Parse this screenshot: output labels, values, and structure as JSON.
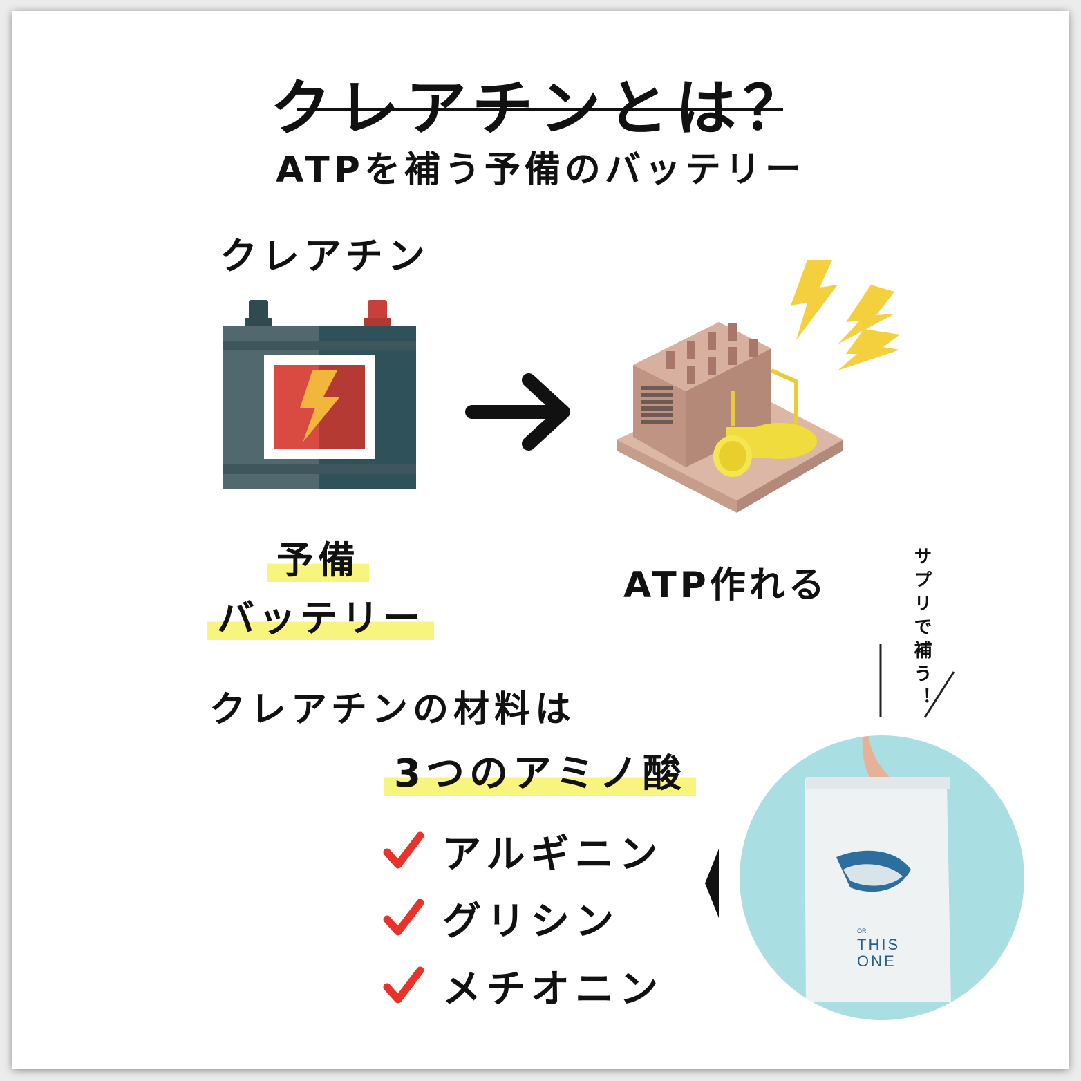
{
  "title": "クレアチンとは？",
  "subtitle": "ATPを補う予備のバッテリー",
  "creatine_label": "クレアチン",
  "reserve_label_line1": "予備",
  "reserve_label_line2": "バッテリー",
  "atp_label": "ATP作れる",
  "material_line": "クレアチンの材料は",
  "amino_line": "3つのアミノ酸",
  "amino_acids": [
    "アルギニン",
    "グリシン",
    "メチオニン"
  ],
  "supplement_callout": "サプリで補う！",
  "product": {
    "brand_small": "OR",
    "name_line1": "THIS",
    "name_line2": "ONE"
  },
  "colors": {
    "highlight": "#f8f57e",
    "check": "#e8322a",
    "battery_body": "#51686f",
    "battery_accent": "#c8403a",
    "bolt": "#f4d03f",
    "circle_bg": "#a9dfe3"
  },
  "icons": [
    "battery-icon",
    "arrow-right-icon",
    "generator-icon",
    "lightning-icon",
    "check-icon",
    "pointer-triangle-icon"
  ]
}
